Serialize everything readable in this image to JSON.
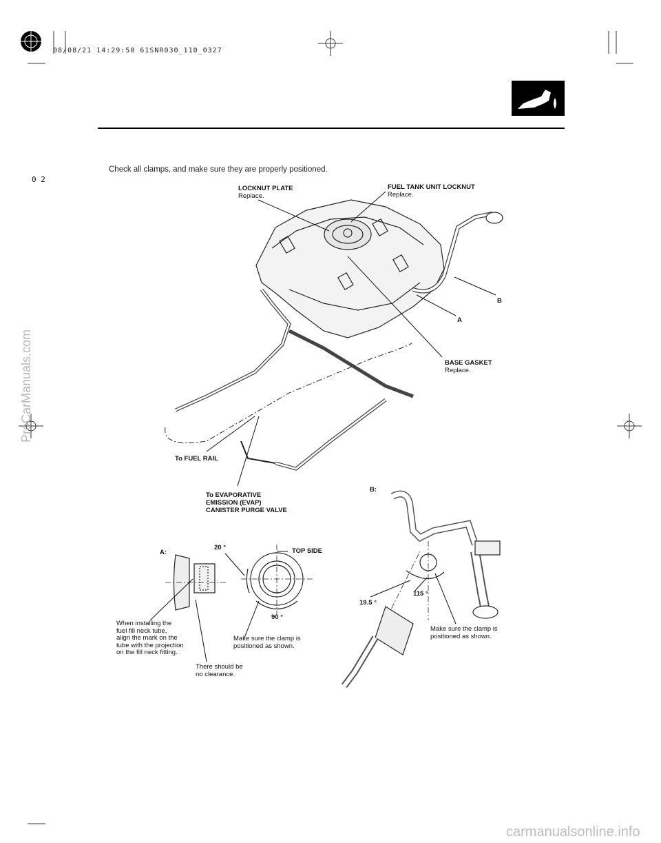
{
  "header": {
    "print_stamp": "08/08/21 14:29:50 61SNR030_110_0327",
    "page_marker": "0 2"
  },
  "intro": "Check all clamps, and make sure they are properly positioned.",
  "labels": {
    "locknut_plate_title": "LOCKNUT PLATE",
    "locknut_plate_note": "Replace.",
    "fuel_tank_locknut_title": "FUEL TANK UNIT LOCKNUT",
    "fuel_tank_locknut_note": "Replace.",
    "callout_b": "B",
    "callout_a": "A",
    "base_gasket_title": "BASE GASKET",
    "base_gasket_note": "Replace.",
    "to_fuel_rail": "To FUEL RAIL",
    "to_evap_line1": "To EVAPORATIVE",
    "to_evap_line2": "EMISSION (EVAP)",
    "to_evap_line3": "CANISTER PURGE VALVE"
  },
  "detail_a": {
    "tag": "A:",
    "angle_20": "20 °",
    "top_side": "TOP SIDE",
    "angle_90": "90 °",
    "instruction_lines": [
      "When installing the",
      "fuel fill neck tube,",
      "align the mark on the",
      "tube with the projection",
      "on the fill neck fitting."
    ],
    "clearance_lines": [
      "There should be",
      "no clearance."
    ],
    "clamp_lines": [
      "Make sure the clamp is",
      "positioned as shown."
    ]
  },
  "detail_b": {
    "tag": "B:",
    "angle_195": "19.5 °",
    "angle_115": "115 °",
    "clamp_lines": [
      "Make sure the clamp is",
      "positioned as shown."
    ]
  },
  "watermarks": {
    "side": "ProCarManuals.com",
    "bottom": "carmanualsonline.info"
  },
  "icons": [
    "fuel-nozzle-icon",
    "registration-crosshair-icon"
  ]
}
